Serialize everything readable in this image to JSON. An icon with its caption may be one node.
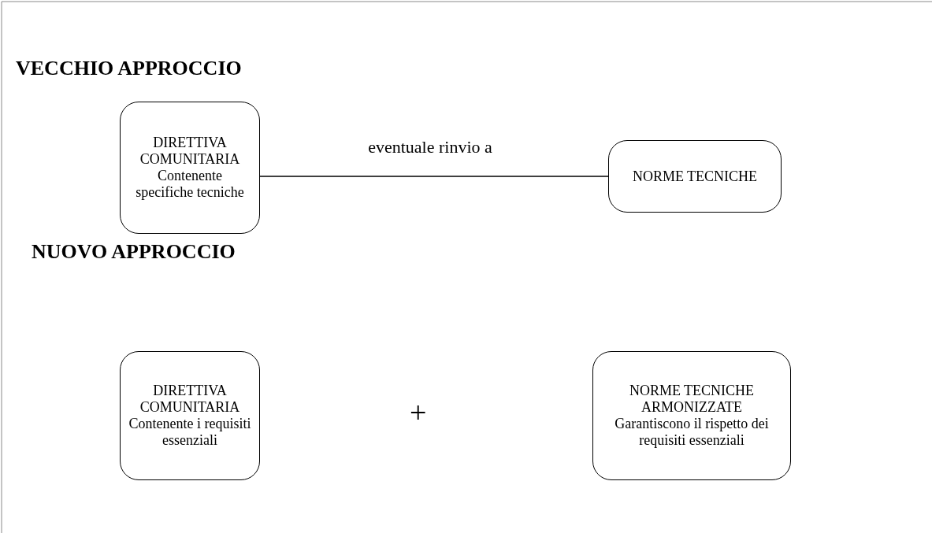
{
  "diagram": {
    "nodes": [
      {
        "text": [
          "DIRETTIVA COMUNITARIA",
          "Contenente specifiche tecniche"
        ]
      },
      {
        "text": [
          "NORME TECNICHE"
        ]
      },
      {
        "text": [
          "DIRETTIVA COMUNITARIA",
          "Contenente i requisiti essenziali"
        ]
      },
      {
        "text": [
          "NORME TECNICHE ARMONIZZATE",
          "Garantiscono il rispetto dei requisiti essenziali"
        ]
      }
    ],
    "edges": [
      {
        "from": 0,
        "to": 1,
        "arrow": "none",
        "label": "eventuale rinvio a"
      }
    ],
    "labels": [
      "VECCHIO APPROCCIO",
      "NUOVO APPROCCIO",
      "+"
    ]
  }
}
